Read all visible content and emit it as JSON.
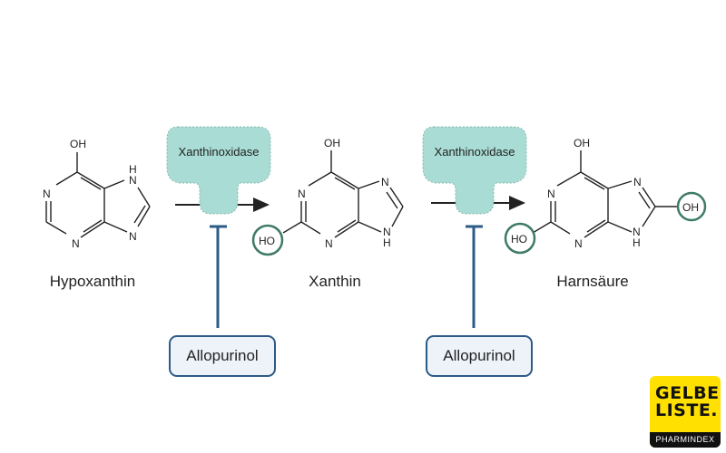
{
  "molecules": [
    {
      "name": "Hypoxanthin",
      "atoms": {
        "top": "OH",
        "n1": "N",
        "n3": "N",
        "n7": "N",
        "n7h": "H",
        "n9": "N"
      }
    },
    {
      "name": "Xanthin",
      "atoms": {
        "top": "OH",
        "n1": "N",
        "n3": "N",
        "n7": "N",
        "n9": "N",
        "n9h": "H",
        "c2sub": "HO"
      }
    },
    {
      "name": "Harnsäure",
      "atoms": {
        "top": "OH",
        "n1": "N",
        "n3": "N",
        "n7": "N",
        "n9": "N",
        "n9h": "H",
        "c2sub": "HO",
        "c8sub": "OH"
      }
    }
  ],
  "enzymes": [
    {
      "label": "Xanthinoxidase"
    },
    {
      "label": "Xanthinoxidase"
    }
  ],
  "inhibitors": [
    {
      "label": "Allopurinol"
    },
    {
      "label": "Allopurinol"
    }
  ],
  "colors": {
    "enzyme_fill": "#a8dcd4",
    "inhibitor_line": "#2d5b86",
    "inhibitor_fill": "#eef3fa",
    "highlight_circle": "#3e7a68",
    "logo_yellow": "#ffe000"
  },
  "logo": {
    "line1": "GELBE",
    "line2": "LISTE.",
    "bar": "PHARMINDEX"
  }
}
